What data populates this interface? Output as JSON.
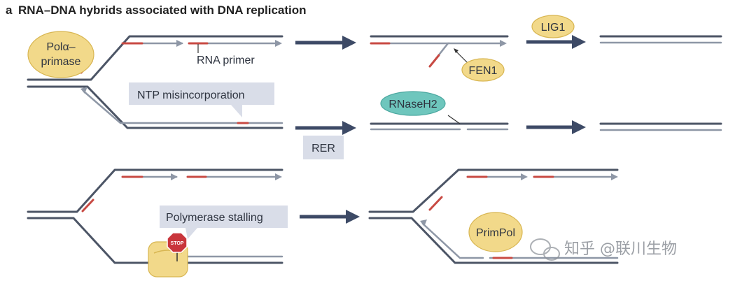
{
  "title_letter": "a",
  "title": "RNA–DNA hybrids associated with DNA replication",
  "labels": {
    "pol_alpha_line1": "Polα–",
    "pol_alpha_line2": "primase",
    "rna_primer": "RNA primer",
    "lig1": "LIG1",
    "fen1": "FEN1",
    "ntp_misincorporation": "NTP misincorporation",
    "rnaseh2": "RNaseH2",
    "rer": "RER",
    "polymerase_stalling": "Polymerase stalling",
    "stop": "STOP",
    "primpol": "PrimPol"
  },
  "watermark": "知乎 @联川生物",
  "colors": {
    "dna_strand": "#4c5566",
    "nascent_strand": "#8e97a6",
    "rna": "#c84a43",
    "enzyme": "#f2d98a",
    "rnaseh2": "#6ec6bd",
    "label_box": "#d9dde8",
    "process_arrow": "#3d4a66"
  },
  "icons": [
    "stop-sign-icon",
    "wechat-logo-icon"
  ]
}
